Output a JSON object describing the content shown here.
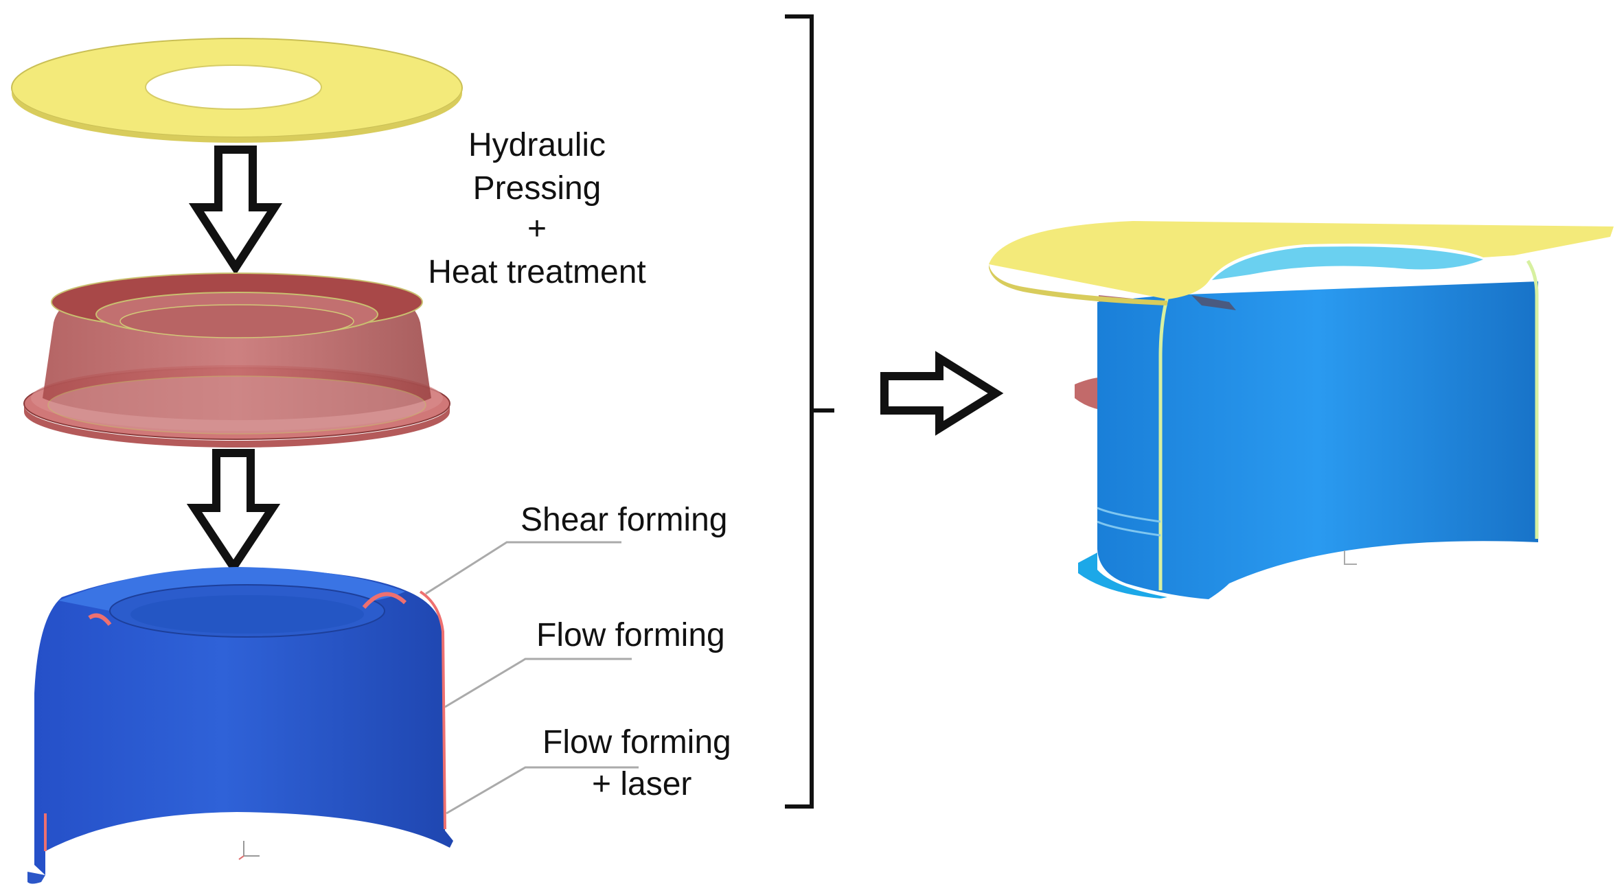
{
  "labels": {
    "step1_line1": "Hydraulic",
    "step1_line2": "Pressing",
    "step1_line3": "+",
    "step1_line4": "Heat treatment",
    "shear": "Shear forming",
    "flow": "Flow forming",
    "flow_laser_line1": "Flow forming",
    "flow_laser_line2": "+ laser"
  },
  "colors": {
    "blank_yellow": "#f3ea7a",
    "pressed_red": "#b85555",
    "formed_blue": "#2f5fd0",
    "assembly_blue": "#1e8ee6",
    "edge_green": "#d7f0a0"
  }
}
